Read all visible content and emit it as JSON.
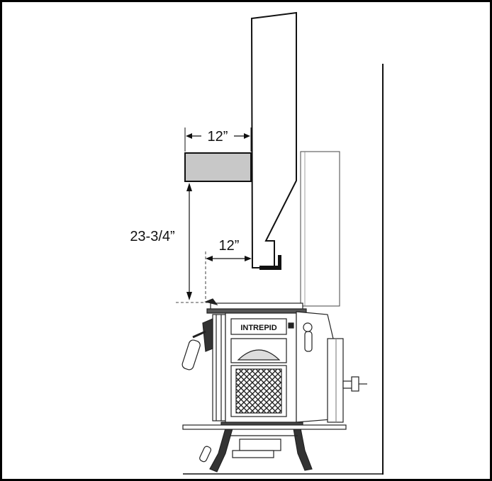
{
  "diagram": {
    "dimensions": {
      "mantel_depth": "12”",
      "mantel_height": "23-3/4”",
      "side_clearance": "12”"
    },
    "stove_badge": "INTREPID",
    "colors": {
      "frame": "#000000",
      "mantel_fill": "#c8c8c8",
      "line": "#111111",
      "stove_dark": "#2a2a2a"
    }
  }
}
